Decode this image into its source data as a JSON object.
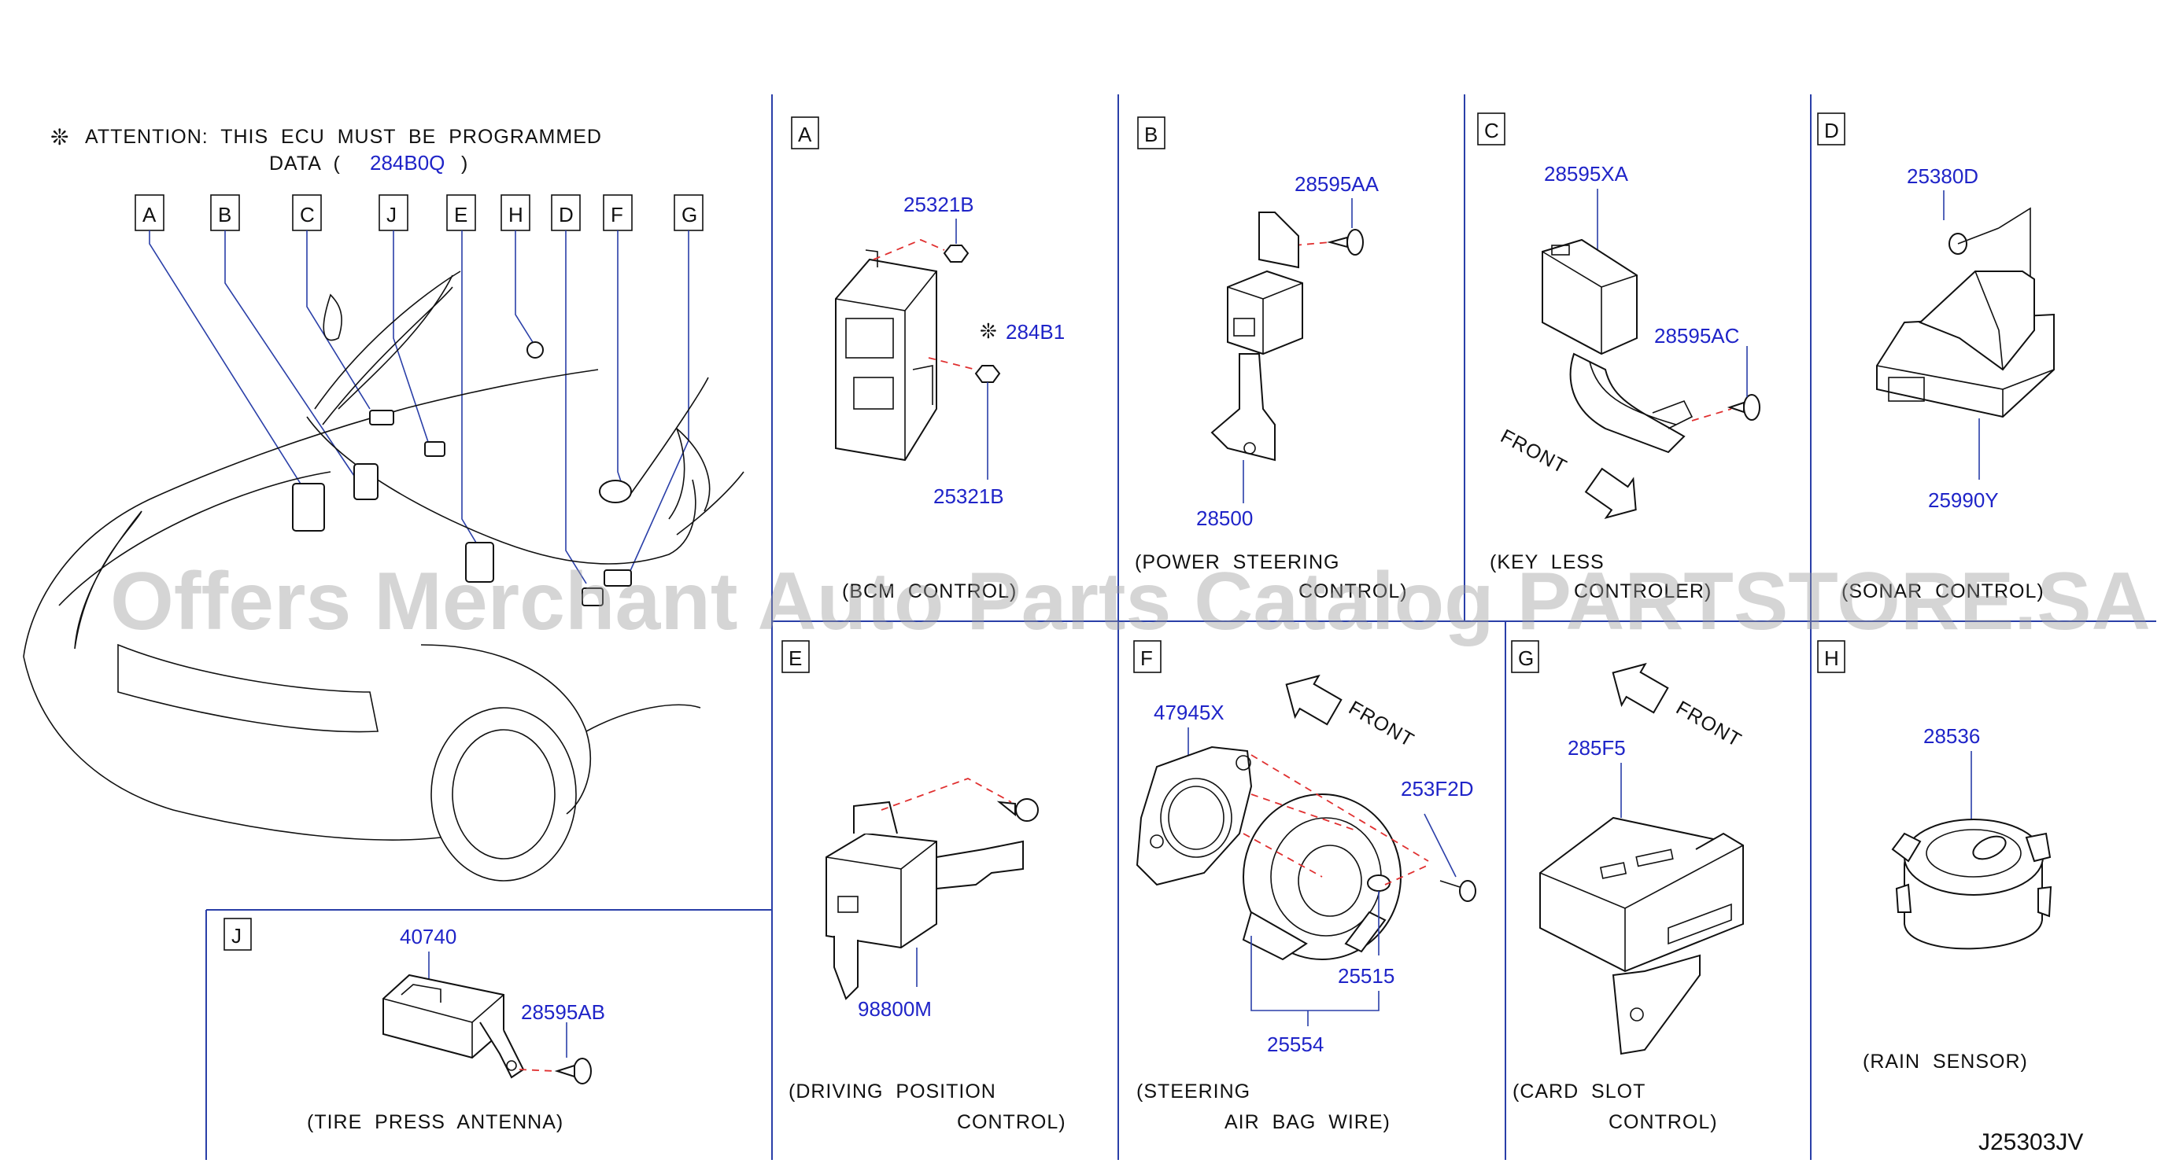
{
  "attention": {
    "mark": "❊",
    "line1": "ATTENTION:  THIS  ECU  MUST  BE  PROGRAMMED",
    "line2_prefix": "DATA  (",
    "code": "284B0Q",
    "line2_suffix": ")"
  },
  "overview_labels": [
    "A",
    "B",
    "C",
    "J",
    "E",
    "H",
    "D",
    "F",
    "G"
  ],
  "panels": {
    "A": {
      "letter": "A",
      "caption": "(BCM  CONTROL)",
      "parts": {
        "nut_top": "25321B",
        "ecu": "284B1",
        "ecu_mark": "❊",
        "nut_bottom": "25321B"
      }
    },
    "B": {
      "letter": "B",
      "caption_l1": "(POWER  STEERING",
      "caption_l2": "CONTROL)",
      "parts": {
        "screw": "28595AA",
        "unit": "28500"
      }
    },
    "C": {
      "letter": "C",
      "caption_l1": "(KEY  LESS",
      "caption_l2": "CONTROLER)",
      "front": "FRONT",
      "parts": {
        "unit": "28595XA",
        "screw": "28595AC"
      }
    },
    "D": {
      "letter": "D",
      "caption": "(SONAR  CONTROL)",
      "parts": {
        "screw": "25380D",
        "unit": "25990Y"
      }
    },
    "E": {
      "letter": "E",
      "caption_l1": "(DRIVING  POSITION",
      "caption_l2": "CONTROL)",
      "parts": {
        "unit": "98800M"
      }
    },
    "F": {
      "letter": "F",
      "caption_l1": "(STEERING",
      "caption_l2": "AIR  BAG  WIRE)",
      "front": "FRONT",
      "parts": {
        "bracket": "47945X",
        "screw": "253F2D",
        "sensor": "25515",
        "assembly": "25554"
      }
    },
    "G": {
      "letter": "G",
      "caption_l1": "(CARD  SLOT",
      "caption_l2": "CONTROL)",
      "front": "FRONT",
      "parts": {
        "unit": "285F5"
      }
    },
    "H": {
      "letter": "H",
      "caption": "(RAIN  SENSOR)",
      "parts": {
        "unit": "28536"
      }
    },
    "J": {
      "letter": "J",
      "caption": "(TIRE  PRESS  ANTENNA)",
      "parts": {
        "unit": "40740",
        "screw": "28595AB"
      }
    }
  },
  "diagram_code": "J25303JV",
  "watermark": "Offers Merchant Auto Parts Catalog PARTSTORE.SA"
}
